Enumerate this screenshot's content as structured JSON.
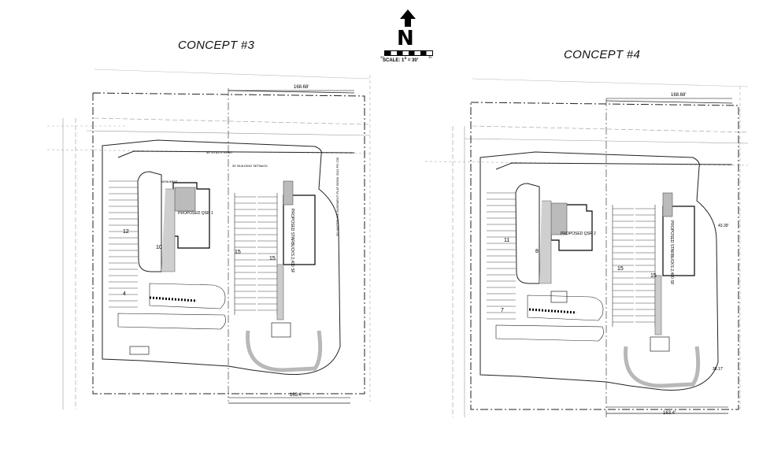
{
  "concept3": {
    "title": "CONCEPT #3",
    "dim_top": "168.68'",
    "dim_bottom": "163.4'",
    "building": "PROPOSED QSR 1",
    "building2": "PROPOSED STARBUCKS 2,400 SF",
    "stalls": [
      "12",
      "10",
      "4",
      "15",
      "15"
    ],
    "labels": {
      "utility": "30' UTILITY ESMT",
      "setback": "30' BUILDING SETBACK",
      "monument": "MONUMENT",
      "easement": "30' WATERLINE EASEMENT PLAT BOOK 2011 PG 235"
    }
  },
  "concept4": {
    "title": "CONCEPT #4",
    "dim_top": "168.68'",
    "dim_bottom": "163.4'",
    "building": "PROPOSED QSR 2",
    "building2": "PROPOSED STARBUCKS 2,400 SF",
    "stalls": [
      "11",
      "8",
      "7",
      "15",
      "15"
    ],
    "dim_right": "43.39'",
    "dim_right2": "38.17'"
  },
  "north": {
    "letter": "N",
    "scale": "SCALE: 1\" = 30'",
    "ticks": [
      "30'",
      "0",
      "30'"
    ]
  }
}
